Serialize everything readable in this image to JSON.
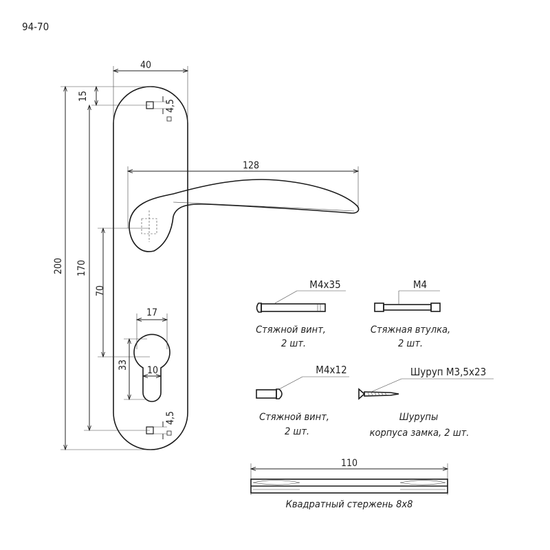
{
  "drawing_code": "94-70",
  "dimensions": {
    "plate_width": "40",
    "top_offset": "15",
    "hole_spacing_top": "4,5",
    "hole_spacing_bottom": "4,5",
    "total_height": "200",
    "hole_to_hole": "170",
    "handle_length": "128",
    "handle_to_cylinder": "70",
    "cylinder_width": "17",
    "cylinder_height": "33",
    "cylinder_slot": "10",
    "rod_length": "110"
  },
  "parts": {
    "screw_m4x35": {
      "spec": "M4x35",
      "caption_1": "Стяжной винт,",
      "caption_2": "2 шт."
    },
    "sleeve_m4": {
      "spec": "M4",
      "caption_1": "Стяжная втулка,",
      "caption_2": "2 шт."
    },
    "screw_m4x12": {
      "spec": "M4x12",
      "caption_1": "Стяжной винт,",
      "caption_2": "2 шт."
    },
    "wood_screw": {
      "spec": "Шуруп М3,5х23",
      "caption_1": "Шурупы",
      "caption_2": "корпуса замка, 2 шт."
    },
    "square_rod": {
      "caption": "Квадратный стержень 8х8"
    }
  }
}
